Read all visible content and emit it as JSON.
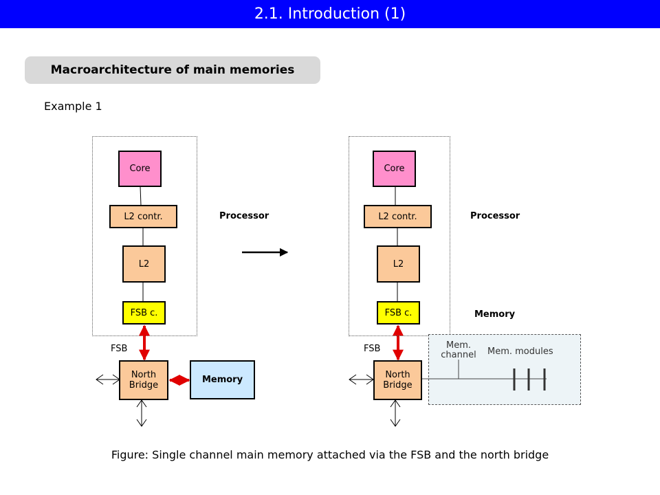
{
  "header": {
    "title": "2.1.  Introduction (1)"
  },
  "section": {
    "title": "Macroarchitecture of main memories"
  },
  "example_label": "Example 1",
  "left_diagram": {
    "core": "Core",
    "l2_controller": "L2 contr.",
    "l2": "L2",
    "fsb_controller": "FSB c.",
    "fsb": "FSB",
    "north_bridge": "North Bridge",
    "memory": "Memory",
    "processor_label": "Processor"
  },
  "right_diagram": {
    "core": "Core",
    "l2_controller": "L2 contr.",
    "l2": "L2",
    "fsb_controller": "FSB c.",
    "fsb": "FSB",
    "north_bridge": "North Bridge",
    "processor_label": "Processor",
    "memory_label": "Memory",
    "mem_channel": "Mem. channel",
    "mem_modules": "Mem. modules"
  },
  "caption": "Figure: Single channel main memory attached via the FSB and the north bridge",
  "colors": {
    "title_bar": "#0000ff",
    "core": "#ff8fcc",
    "cache": "#fbc99a",
    "fsb_controller": "#ffff00",
    "memory": "#cce9ff",
    "bus_arrow": "#e00000"
  }
}
